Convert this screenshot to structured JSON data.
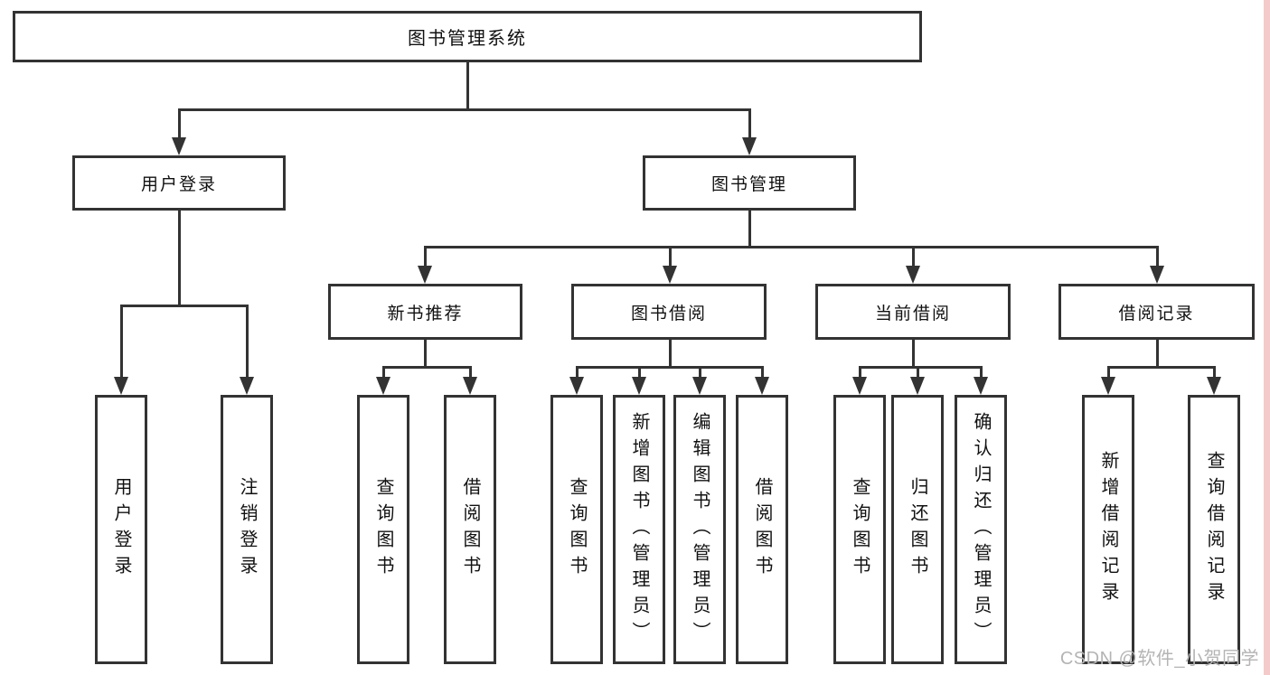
{
  "diagram": {
    "type": "hierarchy-flowchart",
    "title": "图书管理系统"
  },
  "tree": {
    "root": "图书管理系统",
    "branches": [
      {
        "label": "用户登录",
        "children": [
          {
            "label": "用户登录"
          },
          {
            "label": "注销登录"
          }
        ]
      },
      {
        "label": "图书管理",
        "children": [
          {
            "label": "新书推荐",
            "children": [
              {
                "label": "查询图书"
              },
              {
                "label": "借阅图书"
              }
            ]
          },
          {
            "label": "图书借阅",
            "children": [
              {
                "label": "查询图书"
              },
              {
                "label": "新增图书（管理员）"
              },
              {
                "label": "编辑图书（管理员）"
              },
              {
                "label": "借阅图书"
              }
            ]
          },
          {
            "label": "当前借阅",
            "children": [
              {
                "label": "查询图书"
              },
              {
                "label": "归还图书"
              },
              {
                "label": "确认归还（管理员）"
              }
            ]
          },
          {
            "label": "借阅记录",
            "children": [
              {
                "label": "新增借阅记录"
              },
              {
                "label": "查询借阅记录"
              }
            ]
          }
        ]
      }
    ]
  },
  "watermark": {
    "text": "CSDN @软件_小贺同学"
  },
  "colors": {
    "background": "#ffffff",
    "box_border": "#333333",
    "connector_line": "#333333",
    "node_text": "#111111",
    "watermark_text": "#b4b4b4",
    "right_edge_strip": "#f5caca"
  }
}
